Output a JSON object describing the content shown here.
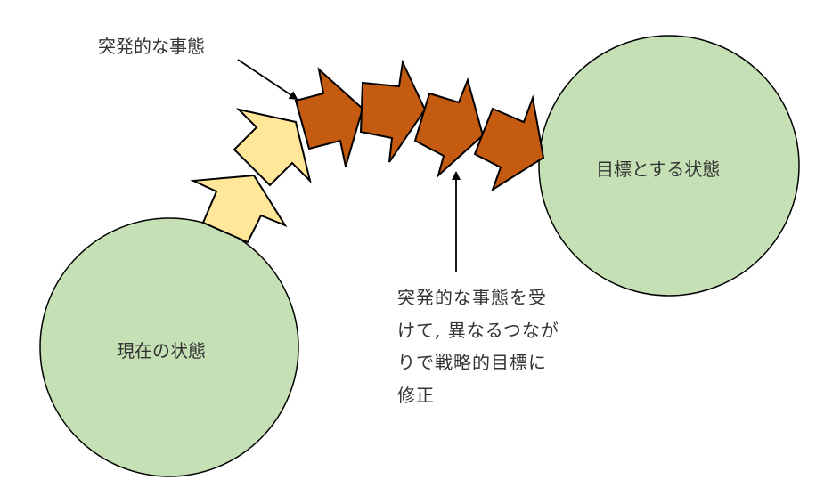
{
  "labels": {
    "sudden_event": "突発的な事態",
    "current_state": "現在の状態",
    "target_state": "目標とする状態",
    "note_lines": [
      "突発的な事態を受",
      "けて, 異なるつなが",
      "りで戦略的目標に",
      "修正"
    ]
  },
  "colors": {
    "circle_fill": "#c5e0b4",
    "early_arrow_fill": "#ffe699",
    "adjusted_arrow_fill": "#c55a11"
  }
}
